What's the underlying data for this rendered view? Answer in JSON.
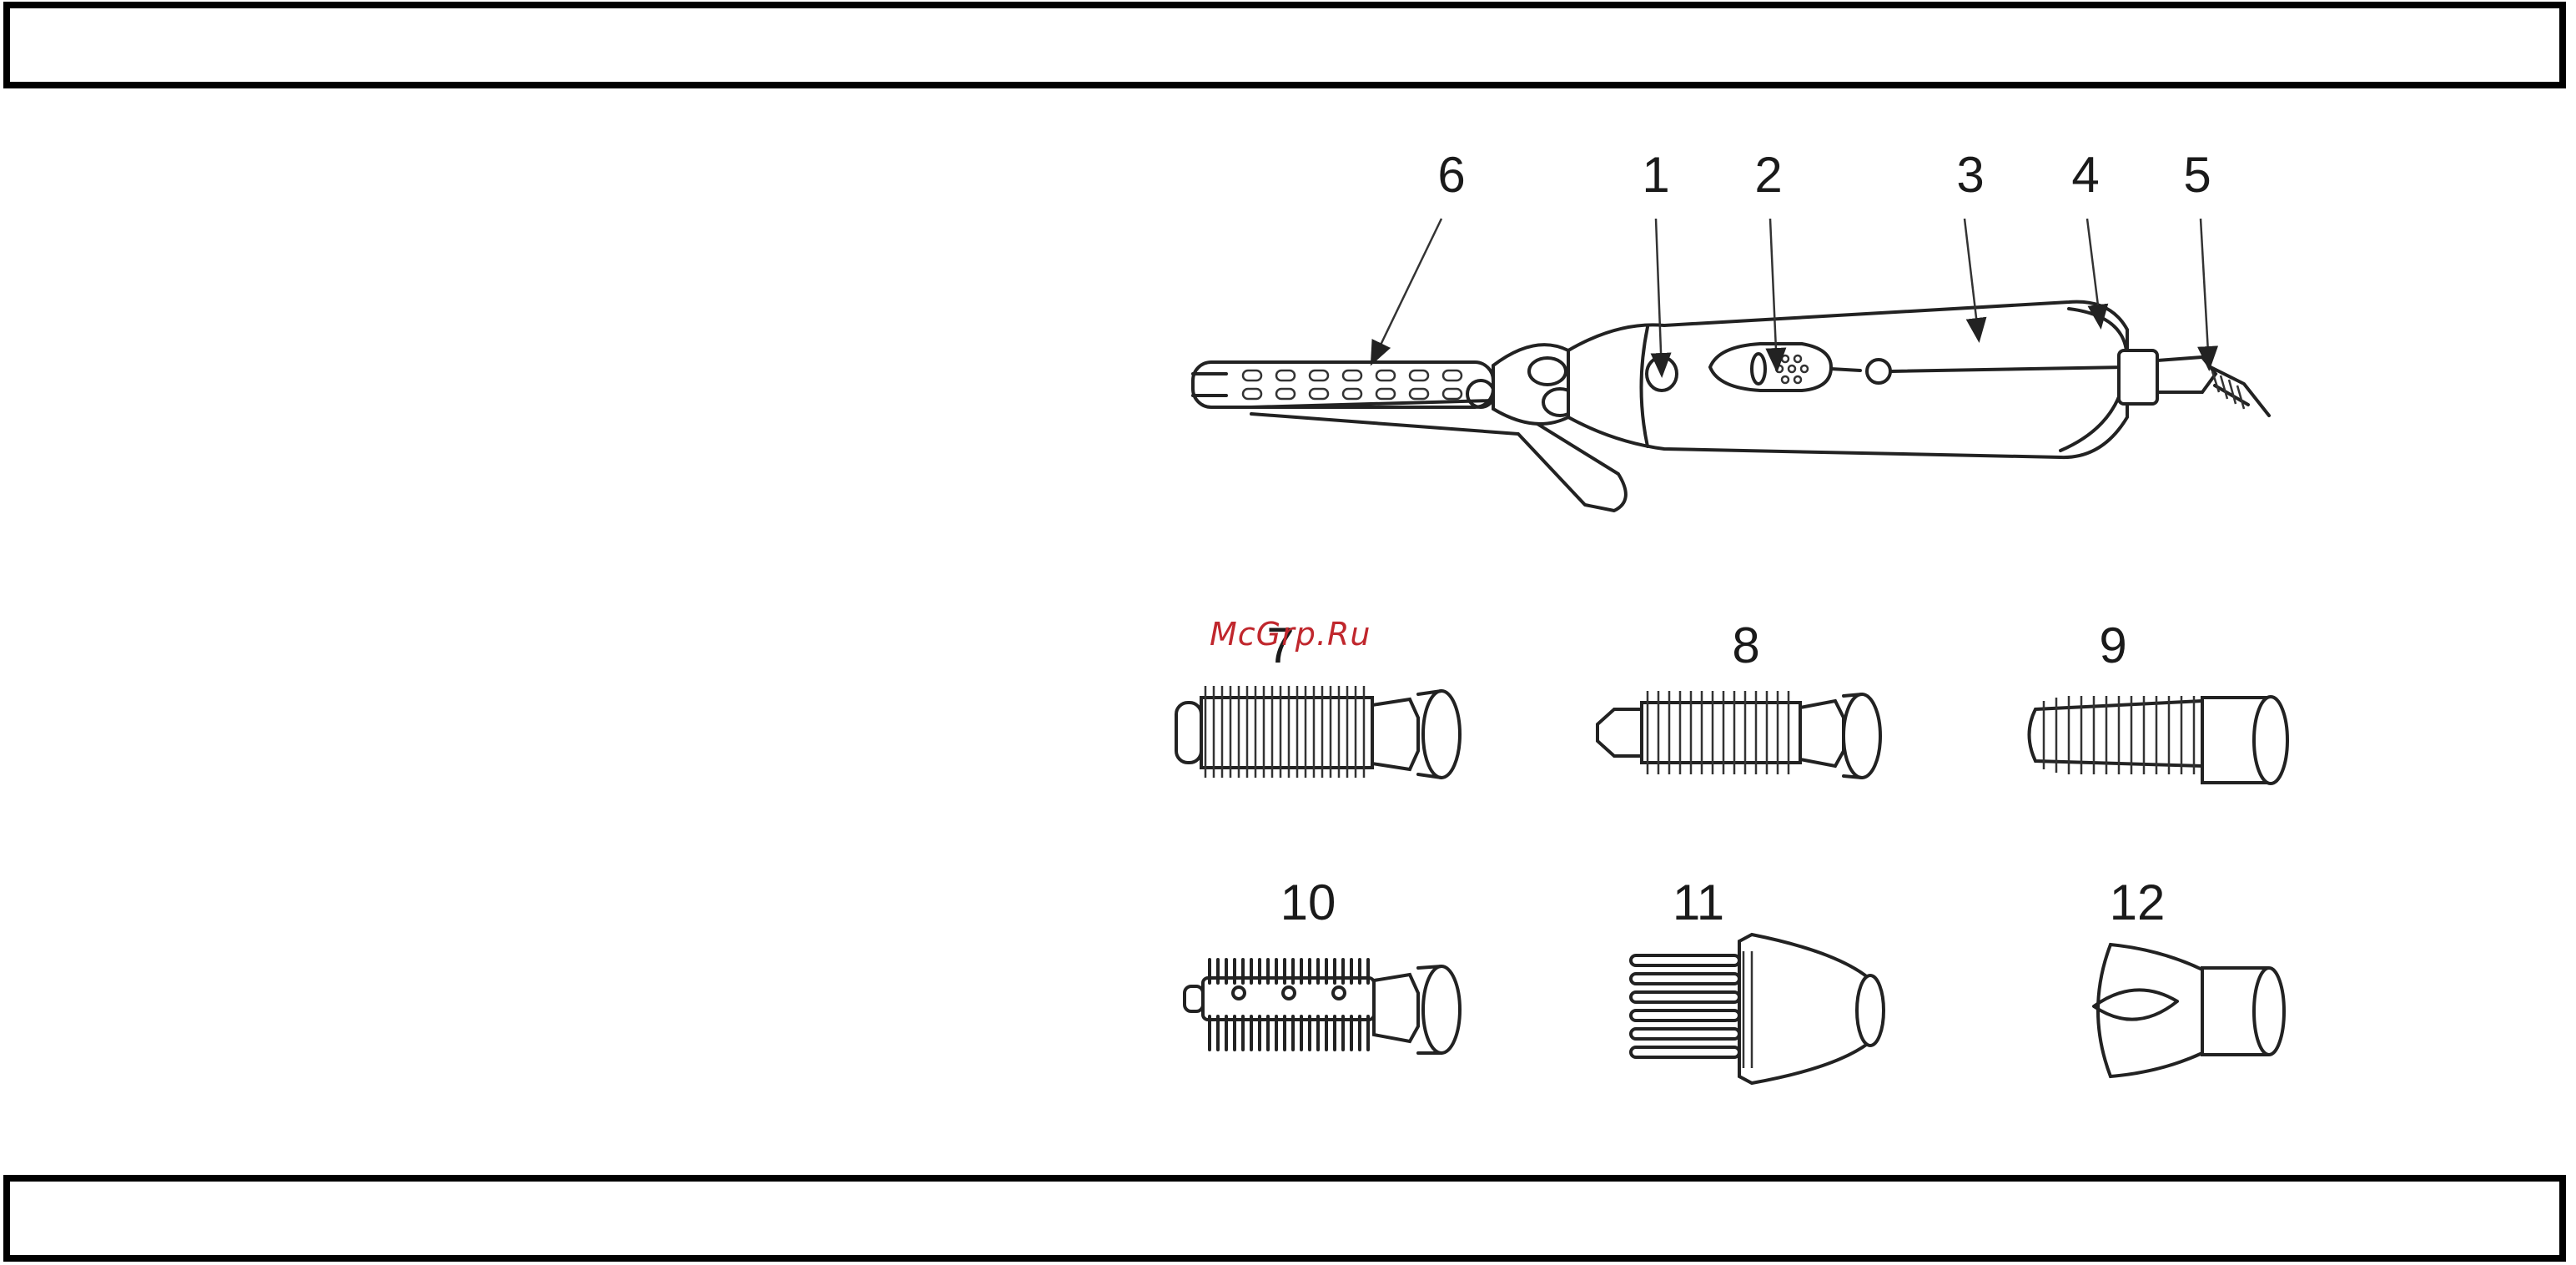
{
  "watermark": "McGrp.Ru",
  "part_labels": {
    "1": "1",
    "2": "2",
    "3": "3",
    "4": "4",
    "5": "5",
    "6": "6",
    "7": "7",
    "8": "8",
    "9": "9",
    "10": "10",
    "11": "11",
    "12": "12"
  }
}
